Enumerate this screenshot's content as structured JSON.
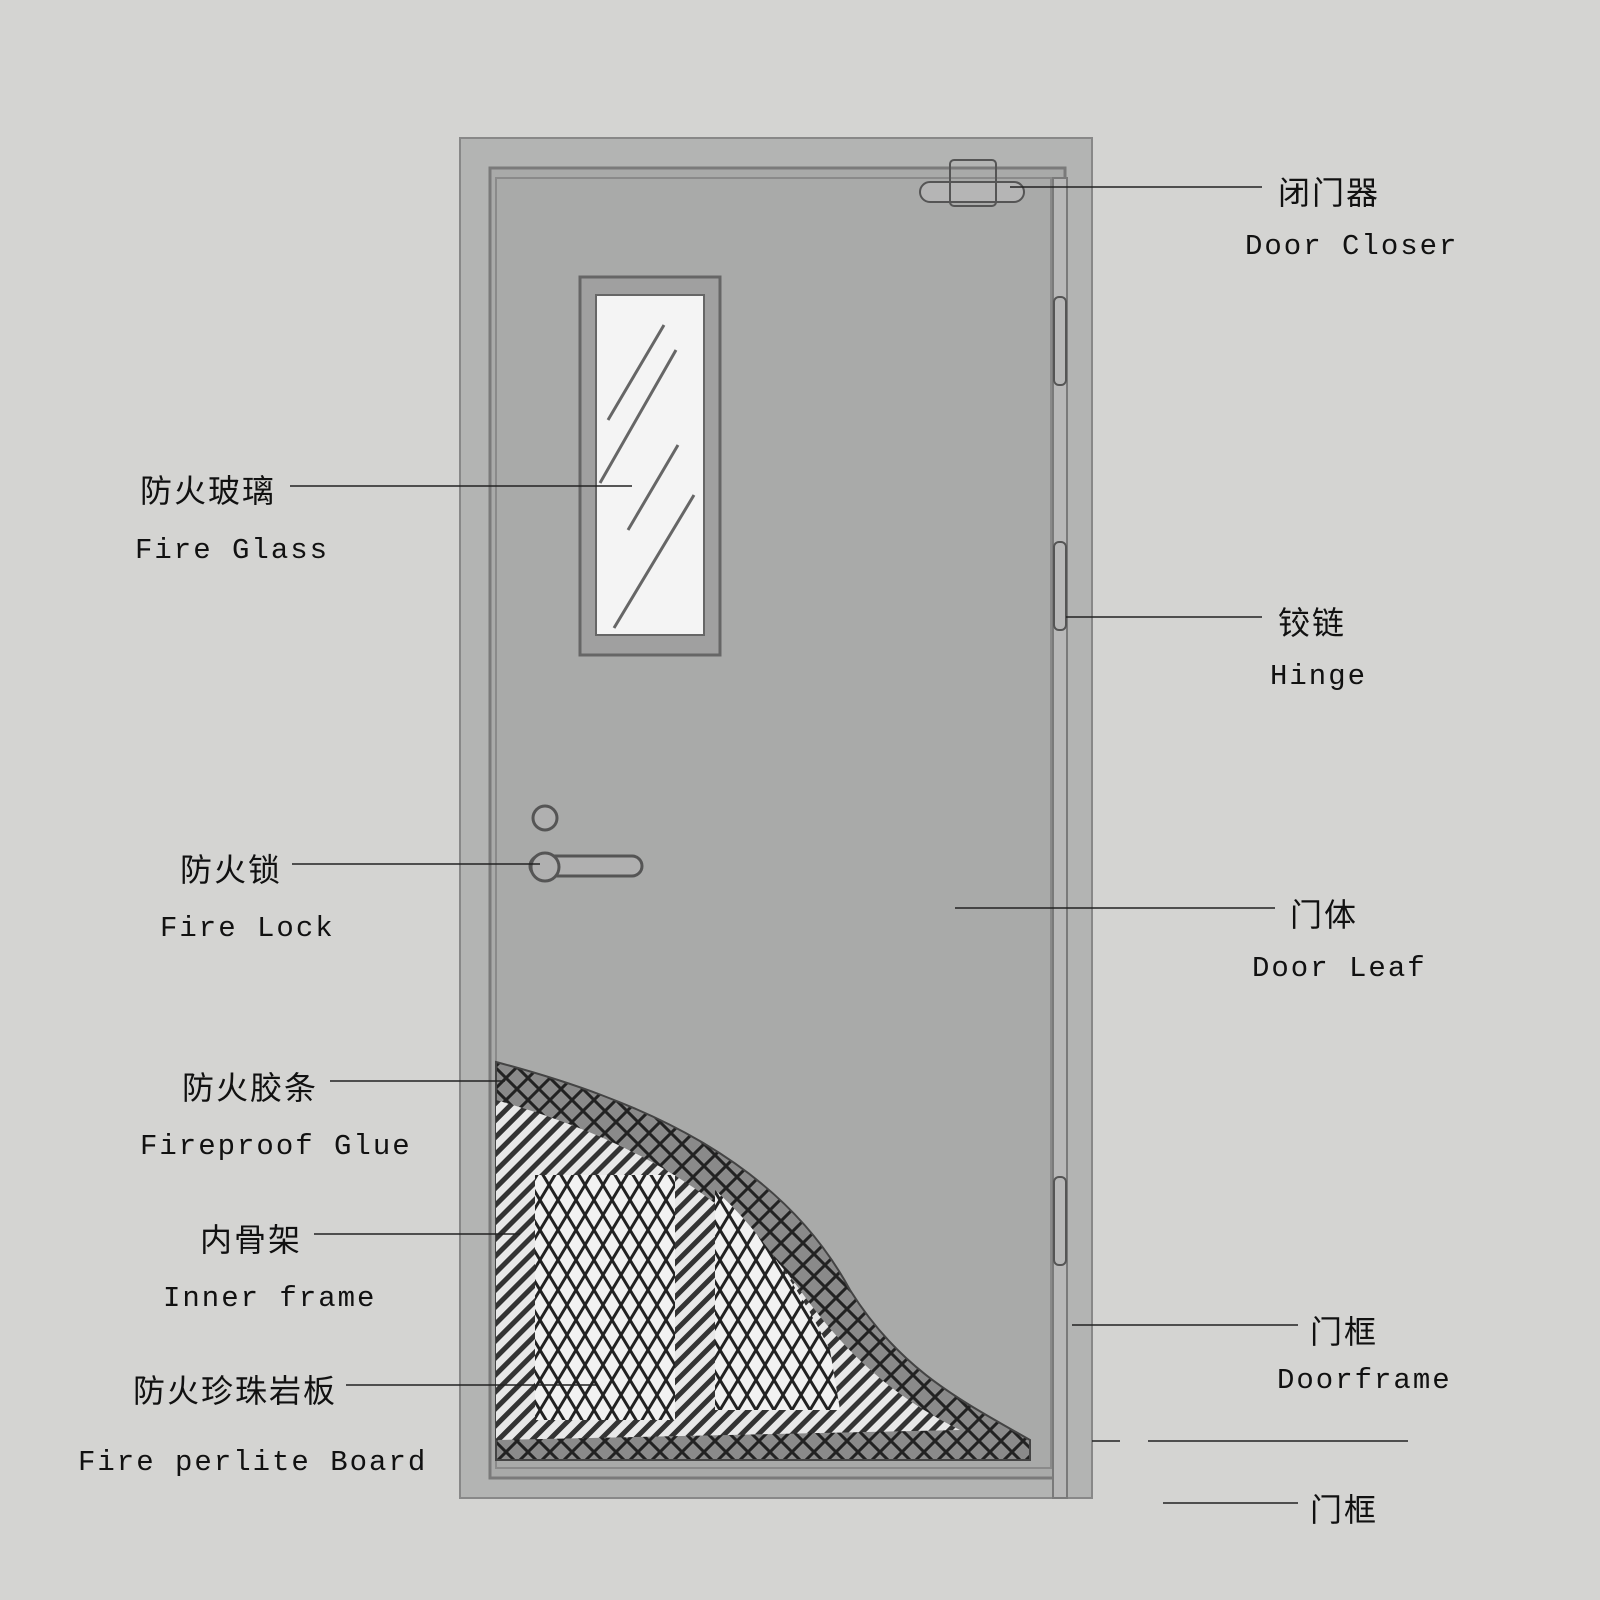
{
  "labels": {
    "door_closer": {
      "zh": "闭门器",
      "en": "Door Closer"
    },
    "fire_glass": {
      "zh": "防火玻璃",
      "en": "Fire Glass"
    },
    "hinge": {
      "zh": "铰链",
      "en": "Hinge"
    },
    "fire_lock": {
      "zh": "防火锁",
      "en": "Fire Lock"
    },
    "door_leaf": {
      "zh": "门体",
      "en": "Door Leaf"
    },
    "fireproof_glue": {
      "zh": "防火胶条",
      "en": "Fireproof Glue"
    },
    "inner_frame": {
      "zh": "内骨架",
      "en": "Inner frame"
    },
    "doorframe": {
      "zh": "门框",
      "en": "Doorframe"
    },
    "perlite_board": {
      "zh": "防火珍珠岩板",
      "en": "Fire perlite Board"
    },
    "doorframe_bottom": {
      "zh": "门框"
    }
  },
  "colors": {
    "background": "#d4d4d2",
    "door": "#a9aaa9",
    "frame": "#b3b4b3",
    "glass": "#f4f4f4"
  }
}
